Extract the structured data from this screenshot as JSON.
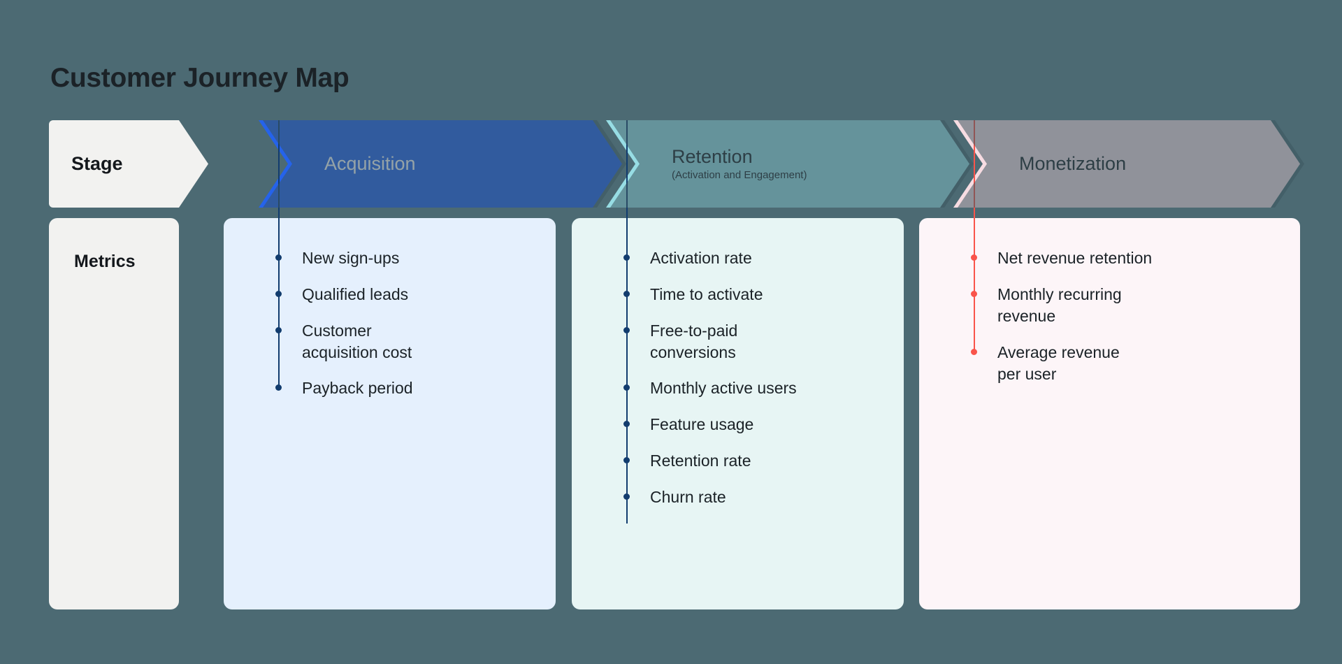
{
  "page": {
    "title": "Customer Journey Map",
    "background_color": "#4c6a73",
    "title_color": "#1b2227"
  },
  "rows": {
    "stage_label": "Stage",
    "metrics_label": "Metrics"
  },
  "label_column": {
    "stage_chip_color": "#f2f2f0",
    "metrics_card_color": "#f2f2f0"
  },
  "stages": [
    {
      "name": "Acquisition",
      "subtitle": "",
      "header_color": "#2563eb",
      "header_text_color": "#ffffff",
      "card_color": "#e5f0fd",
      "accent_color": "#123c6e",
      "metrics": [
        "New sign-ups",
        "Qualified leads",
        "Customer\nacquisition cost",
        "Payback period"
      ]
    },
    {
      "name": "Retention",
      "subtitle": "(Activation and Engagement)",
      "header_color": "#97dde4",
      "header_text_color": "#1b2227",
      "card_color": "#e7f5f4",
      "accent_color": "#123c6e",
      "metrics": [
        "Activation rate",
        "Time to activate",
        "Free-to-paid\nconversions",
        "Monthly active users",
        "Feature usage",
        "Retention rate",
        "Churn rate"
      ]
    },
    {
      "name": "Monetization",
      "subtitle": "",
      "header_color": "#f7dce2",
      "header_text_color": "#1b2227",
      "card_color": "#fdf5f8",
      "accent_color": "#f9544b",
      "metrics": [
        "Net revenue retention",
        "Monthly recurring\nrevenue",
        "Average revenue\nper user"
      ]
    }
  ]
}
